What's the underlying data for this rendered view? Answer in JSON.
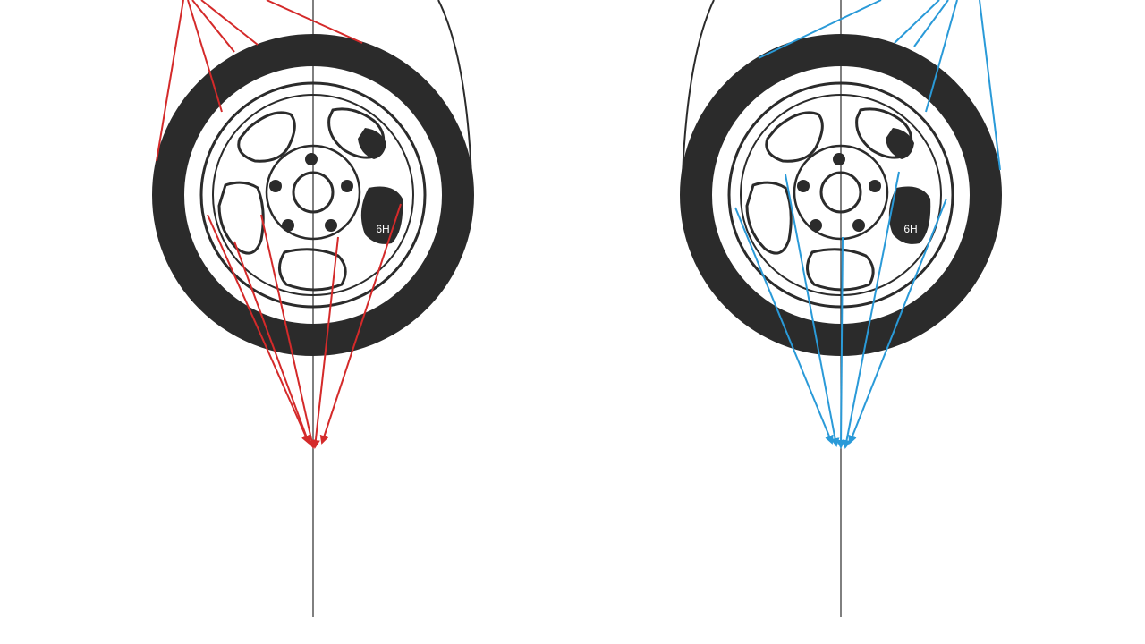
{
  "diagram": {
    "background": "#ffffff",
    "ink": "#2b2b2b",
    "panels": [
      {
        "name": "wheel-left",
        "side": "left",
        "ray_color": "#d42a2a",
        "caliper_label": "6H"
      },
      {
        "name": "wheel-right",
        "side": "right",
        "ray_color": "#2a9ad8",
        "caliper_label": "6H"
      }
    ]
  }
}
